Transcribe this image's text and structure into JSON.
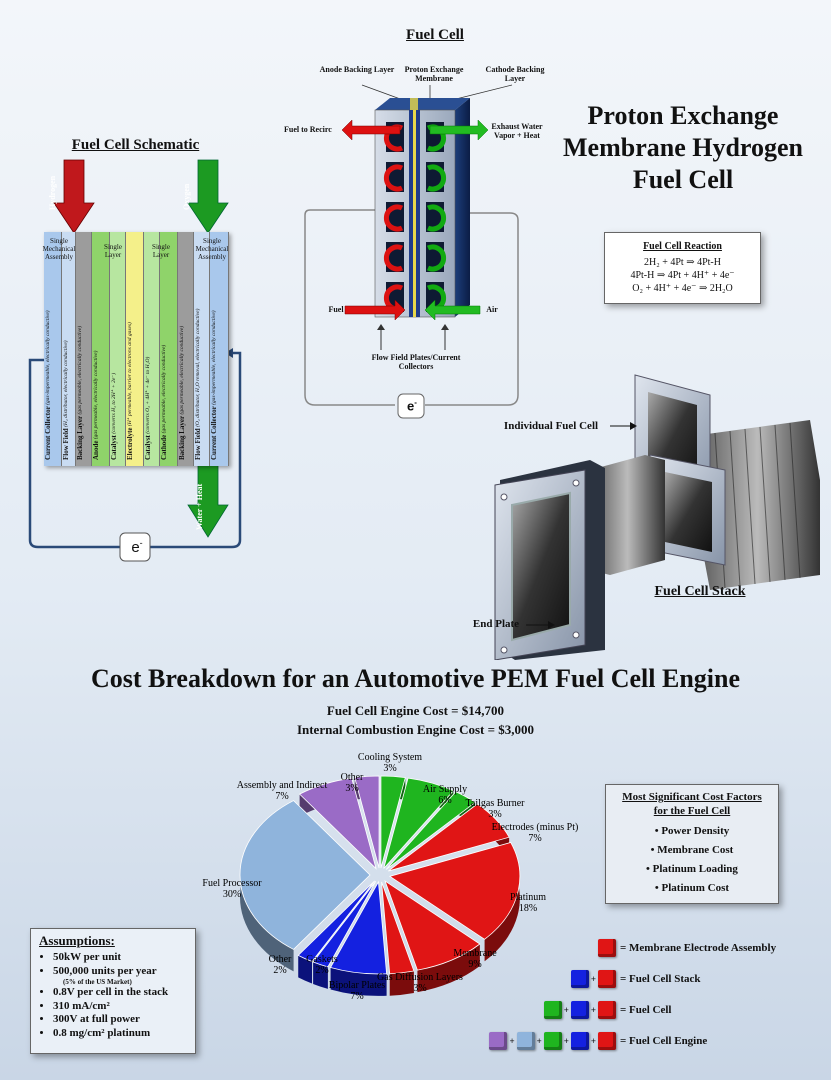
{
  "main_title": [
    "Proton Exchange",
    "Membrane Hydrogen",
    "Fuel Cell"
  ],
  "fuel_cell": {
    "title": "Fuel Cell",
    "anode_backing": "Anode Backing Layer",
    "pem": "Proton Exchange Membrane",
    "cathode_backing": "Cathode Backing Layer",
    "fuel_to_recirc": "Fuel to Recirc",
    "exhaust": "Exhaust Water Vapor + Heat",
    "fuel": "Fuel",
    "air": "Air",
    "flow_field": "Flow Field Plates/Current Collectors",
    "electron": "e"
  },
  "schematic": {
    "title": "Fuel Cell Schematic",
    "hydrogen": "Hydrogen",
    "hydrogen_sub": "(humidified)",
    "oxygen": "Oxygen",
    "oxygen_sub": "(humidified air)",
    "water": "Water + Heat",
    "water_sub": "(removed from cell)",
    "group_single_mech": "Single Mechanical Assembly",
    "group_single_layer": "Single Layer",
    "electron": "e",
    "layers": [
      {
        "name": "Current Collector",
        "desc": "(gas-impermeable, electrically conductive)",
        "color": "#a9c8ec"
      },
      {
        "name": "Flow Field",
        "desc": "(H₂ distributor, electrically conductive)",
        "color": "#c9dcf2"
      },
      {
        "name": "Backing Layer",
        "desc": "(gas permeable, electrically conductive)",
        "color": "#9c9c9c"
      },
      {
        "name": "Anode",
        "desc": "(gas permeable, electrically conductive)",
        "color": "#8fd36a"
      },
      {
        "name": "Catalyst",
        "desc": "(converts H₂ to 2H⁺ + 2e⁻)",
        "color": "#b7e6a0"
      },
      {
        "name": "Electrolyte",
        "desc": "(H⁺ permeable, barrier to electrons and gases)",
        "color": "#f4f08a"
      },
      {
        "name": "Catalyst",
        "desc": "(converts O₂ + 4H⁺ + 4e⁻ to H₂O)",
        "color": "#b7e6a0"
      },
      {
        "name": "Cathode",
        "desc": "(gas permeable, electrically conductive)",
        "color": "#8fd36a"
      },
      {
        "name": "Backing Layer",
        "desc": "(gas permeable, electrically conductive)",
        "color": "#9c9c9c"
      },
      {
        "name": "Flow Field",
        "desc": "(O₂ distributor, H₂O removal, electrically conductive)",
        "color": "#c9dcf2"
      },
      {
        "name": "Current Collector",
        "desc": "(gas-impermeable, electrically conductive)",
        "color": "#a9c8ec"
      }
    ]
  },
  "reaction": {
    "title": "Fuel Cell Reaction",
    "lines": [
      "2H₂ + 4Pt ⇒ 4Pt-H",
      "4Pt-H ⇒ 4Pt + 4H⁺ + 4e⁻",
      "O₂ + 4H⁺ + 4e⁻ ⇒ 2H₂O"
    ]
  },
  "stack": {
    "individual": "Individual Fuel Cell",
    "stack_title": "Fuel Cell Stack",
    "end_plate": "End Plate"
  },
  "cost": {
    "title": "Cost Breakdown for an Automotive PEM Fuel Cell Engine",
    "engine_cost": "Fuel Cell Engine Cost = $14,700",
    "ice_cost": "Internal Combustion Engine Cost = $3,000"
  },
  "chart_data": {
    "type": "pie",
    "title": "Cost Breakdown for an Automotive PEM Fuel Cell Engine",
    "slices": [
      {
        "label": "Cooling System",
        "value": 3,
        "color": "#1fb51f"
      },
      {
        "label": "Air Supply",
        "value": 6,
        "color": "#1fb51f"
      },
      {
        "label": "Tailgas Burner",
        "value": 3,
        "color": "#1fb51f"
      },
      {
        "label": "Electrodes (minus Pt)",
        "value": 7,
        "color": "#e01515"
      },
      {
        "label": "Platinum",
        "value": 18,
        "color": "#e01515"
      },
      {
        "label": "Membrane",
        "value": 9,
        "color": "#e01515"
      },
      {
        "label": "Gas Diffusion Layers",
        "value": 3,
        "color": "#e01515"
      },
      {
        "label": "Bipolar Plates",
        "value": 7,
        "color": "#1421e0"
      },
      {
        "label": "Gaskets",
        "value": 2,
        "color": "#1421e0"
      },
      {
        "label": "Other",
        "value": 2,
        "color": "#1421e0"
      },
      {
        "label": "Fuel Processor",
        "value": 30,
        "color": "#8fb4dc"
      },
      {
        "label": "Assembly and Indirect",
        "value": 7,
        "color": "#9a6bc6"
      },
      {
        "label": "Other",
        "value": 3,
        "color": "#9a6bc6"
      }
    ]
  },
  "significant": {
    "title": [
      "Most Significant Cost Factors",
      "for the Fuel Cell"
    ],
    "items": [
      "Power Density",
      "Membrane Cost",
      "Platinum Loading",
      "Platinum Cost"
    ]
  },
  "assumptions": {
    "title": "Assumptions:",
    "items": [
      "50kW per unit",
      "500,000 units per year",
      "0.8V per cell in the stack",
      "310 mA/cm²",
      "300V at full power",
      "0.8 mg/cm² platinum"
    ],
    "note": "(5% of the US Market)"
  },
  "legend": [
    {
      "label": "= Membrane Electrode Assembly",
      "cubes": [
        "#e01515"
      ]
    },
    {
      "label": "= Fuel Cell Stack",
      "cubes": [
        "#1421e0",
        "#e01515"
      ]
    },
    {
      "label": "= Fuel Cell",
      "cubes": [
        "#1fb51f",
        "#1421e0",
        "#e01515"
      ]
    },
    {
      "label": "= Fuel Cell Engine",
      "cubes": [
        "#9a6bc6",
        "#8fb4dc",
        "#1fb51f",
        "#1421e0",
        "#e01515"
      ]
    }
  ]
}
